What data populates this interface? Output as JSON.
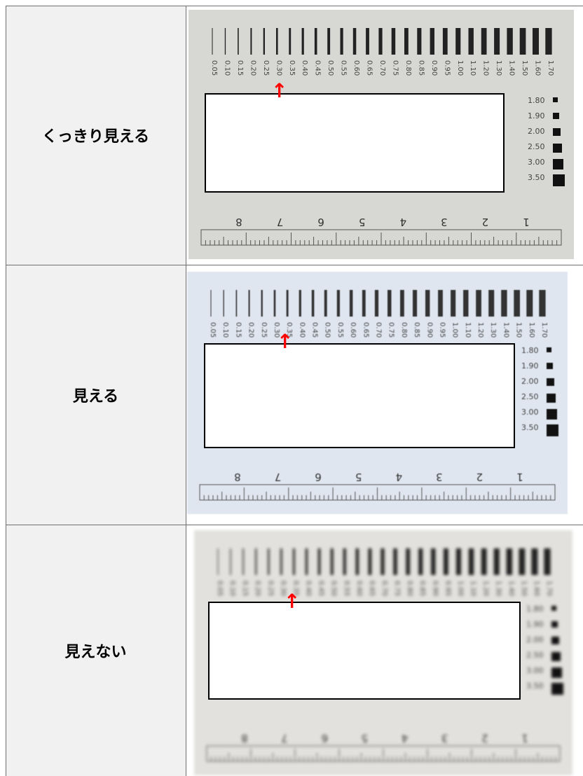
{
  "rows": [
    {
      "label": "くっきり見える",
      "arrow": "↑"
    },
    {
      "label": "見える",
      "arrow": "↑"
    },
    {
      "label": "見えない",
      "arrow": "↑"
    }
  ],
  "chart_top_labels": [
    "0.05",
    "0.10",
    "0.15",
    "0.20",
    "0.25",
    "0.30",
    "0.35",
    "0.40",
    "0.45",
    "0.50",
    "0.55",
    "0.60",
    "0.65",
    "0.70",
    "0.75",
    "0.80",
    "0.85",
    "0.90",
    "0.95",
    "1.00",
    "1.10",
    "1.20",
    "1.30",
    "1.40",
    "1.50",
    "1.60",
    "1.70"
  ],
  "chart_side_labels": [
    "1.80",
    "1.90",
    "2.00",
    "2.50",
    "3.00",
    "3.50"
  ],
  "ruler_labels": [
    "8",
    "7",
    "6",
    "5",
    "4",
    "3",
    "2",
    "1"
  ],
  "colors": {
    "arrow": "#ff0000",
    "card_bg_1": "#d7d8d4",
    "card_bg_2": "#dfe6f0",
    "card_bg_3": "#e3e1dd"
  }
}
